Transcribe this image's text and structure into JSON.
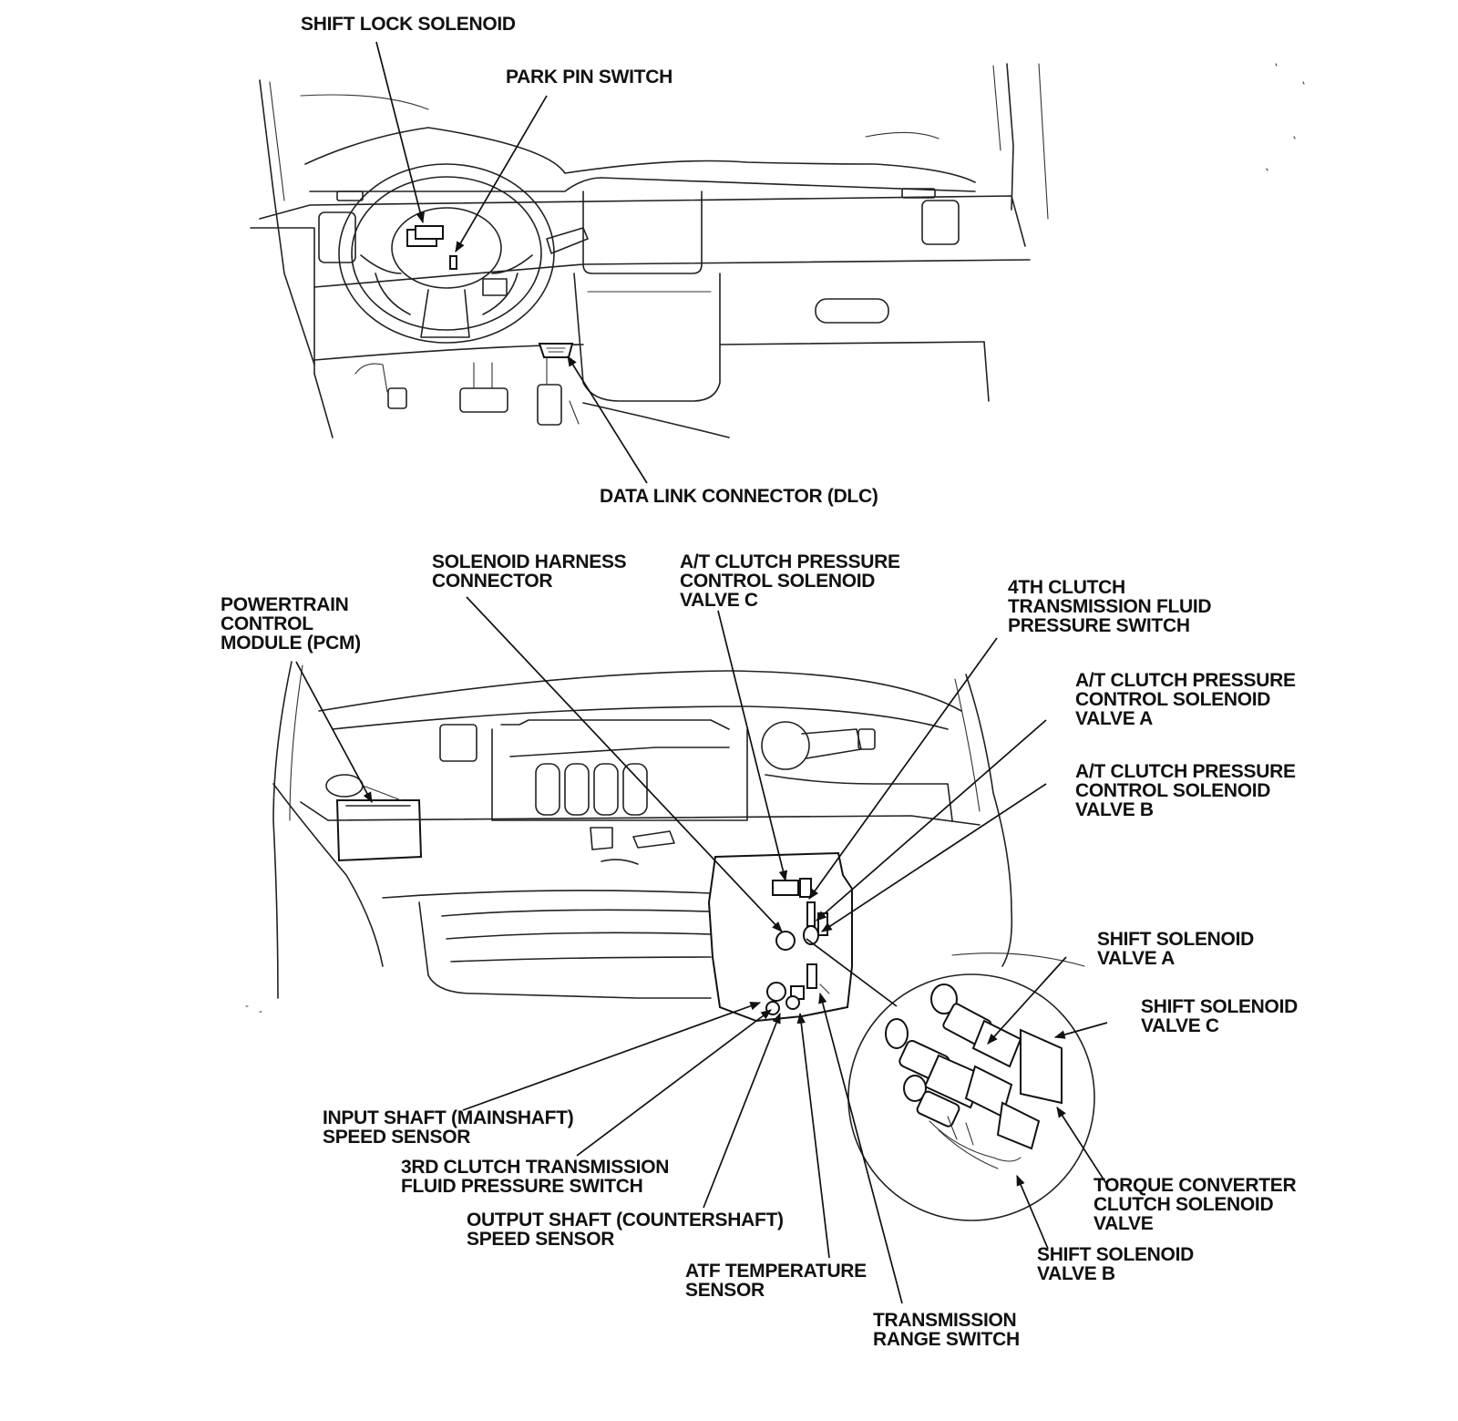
{
  "labels": {
    "shift_lock_solenoid": "SHIFT LOCK SOLENOID",
    "park_pin_switch": "PARK PIN SWITCH",
    "dlc": "DATA LINK CONNECTOR (DLC)",
    "solenoid_harness_connector": [
      "SOLENOID HARNESS",
      "CONNECTOR"
    ],
    "atc_valve_c": [
      "A/T CLUTCH PRESSURE",
      "CONTROL SOLENOID",
      "VALVE C"
    ],
    "pcm": [
      "POWERTRAIN",
      "CONTROL",
      "MODULE (PCM)"
    ],
    "fourth_clutch_switch": [
      "4TH CLUTCH",
      "TRANSMISSION FLUID",
      "PRESSURE SWITCH"
    ],
    "atc_valve_a": [
      "A/T CLUTCH PRESSURE",
      "CONTROL SOLENOID",
      "VALVE A"
    ],
    "atc_valve_b": [
      "A/T CLUTCH PRESSURE",
      "CONTROL SOLENOID",
      "VALVE B"
    ],
    "shift_solenoid_a": [
      "SHIFT SOLENOID",
      "VALVE A"
    ],
    "shift_solenoid_c": [
      "SHIFT SOLENOID",
      "VALVE C"
    ],
    "input_shaft_sensor": [
      "INPUT SHAFT (MAINSHAFT)",
      "SPEED SENSOR"
    ],
    "third_clutch_switch": [
      "3RD CLUTCH TRANSMISSION",
      "FLUID PRESSURE SWITCH"
    ],
    "tcc_solenoid": [
      "TORQUE CONVERTER",
      "CLUTCH SOLENOID",
      "VALVE"
    ],
    "output_shaft_sensor": [
      "OUTPUT SHAFT (COUNTERSHAFT)",
      "SPEED SENSOR"
    ],
    "shift_solenoid_b": [
      "SHIFT SOLENOID",
      "VALVE B"
    ],
    "atf_temp_sensor": [
      "ATF TEMPERATURE",
      "SENSOR"
    ],
    "transmission_range_switch": [
      "TRANSMISSION",
      "RANGE SWITCH"
    ]
  }
}
